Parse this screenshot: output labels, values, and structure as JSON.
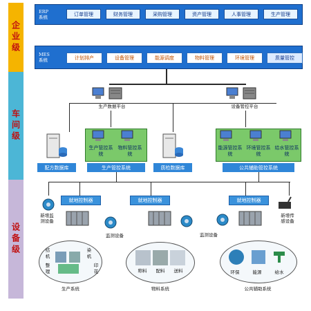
{
  "levels": {
    "enterprise": "企业级",
    "workshop": "车间级",
    "device": "设备级"
  },
  "colors": {
    "enterprise": "#f5b400",
    "workshop": "#4cb6d6",
    "device": "#c6b7d9",
    "accent": "#1f6fcf"
  },
  "erp": {
    "name": "ERP\n系统",
    "modules": [
      "订单管理",
      "财务管理",
      "采购管理",
      "资产管理",
      "人事管理",
      "生产管理"
    ]
  },
  "mes": {
    "name": "MES\n系统",
    "modules": [
      "计划排产",
      "设备管理",
      "能源调度",
      "物料管理",
      "环境管理",
      "质量管控"
    ]
  },
  "platforms": {
    "production": "生产数据平台",
    "equipment": "设备管控平台"
  },
  "workshop": {
    "formula_db": "配方数据库",
    "production_system": "生产管控系统",
    "production_sub": [
      "生产管控系统",
      "物料管控系统"
    ],
    "quality_db": "质检数据库",
    "aux_system": "公共辅助管控系统",
    "aux_sub": [
      "能源管控系统",
      "环境管控系统",
      "给水管控系统"
    ]
  },
  "device": {
    "controllers": [
      "就地控制器",
      "就地控制器",
      "就地控制器"
    ],
    "monitor_label": "监测设备",
    "new_monitor": "新增监测设备",
    "new_sensor": "新增传感设备",
    "prod_items": [
      "纺机",
      "整理",
      "染机",
      "印花"
    ],
    "material_items": [
      "称料",
      "配料",
      "送料"
    ],
    "aux_items": [
      "环保",
      "能源",
      "给水"
    ],
    "systems": [
      "生产系统",
      "物料系统",
      "公共辅助系统"
    ]
  }
}
